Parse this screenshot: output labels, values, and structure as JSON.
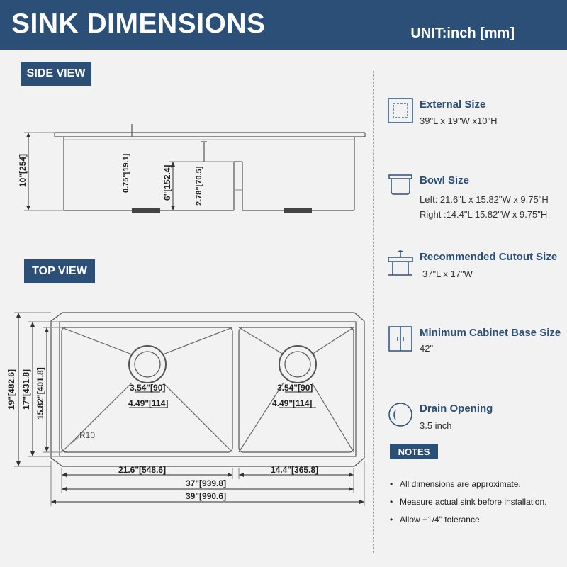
{
  "header": {
    "title": "SINK DIMENSIONS",
    "unit": "UNIT:inch [mm]"
  },
  "side_view": {
    "badge": "SIDE VIEW",
    "height_label": "10\"[254]",
    "flange_label": "0.75\"[19.1]",
    "left_depth_label": "6\"[152.4]",
    "divider_label": "2.78\"[70.5]"
  },
  "top_view": {
    "badge": "TOP VIEW",
    "outer_width_label": "19\"[482.6]",
    "cutout_width_label": "17\"[431.8]",
    "bowl_width_label": "15.82\"[401.8]",
    "left_drain_inner": "3.54\"[90]",
    "left_drain_outer": "4.49\"[114]",
    "right_drain_inner": "3.54\"[90]",
    "right_drain_outer": "4.49\"[114]",
    "corner_radius": "R10",
    "left_bowl_length": "21.6\"[548.6]",
    "right_bowl_length": "14.4\"[365.8]",
    "cutout_length": "37\"[939.8]",
    "overall_length": "39\"[990.6]"
  },
  "specs": [
    {
      "icon": "external-size-icon",
      "label": "External Size",
      "lines": [
        "39\"L x 19\"W x10\"H"
      ]
    },
    {
      "icon": "bowl-icon",
      "label": "Bowl Size",
      "lines": [
        "Left: 21.6\"L x 15.82\"W x 9.75\"H",
        "Right :14.4\"L 15.82\"W x 9.75\"H"
      ]
    },
    {
      "icon": "cutout-icon",
      "label": "Recommended Cutout Size",
      "lines": [
        "37\"L x 17\"W"
      ]
    },
    {
      "icon": "cabinet-icon",
      "label": "Minimum Cabinet Base Size",
      "lines": [
        "42\""
      ]
    },
    {
      "icon": "drain-icon",
      "label": "Drain Opening",
      "lines": [
        "3.5 inch"
      ]
    }
  ],
  "notes": {
    "badge": "NOTES",
    "items": [
      "All dimensions are approximate.",
      "Measure actual sink before installation.",
      "Allow +1/4\" tolerance."
    ]
  },
  "colors": {
    "brand": "#2c4f78",
    "background": "#f2f2f2",
    "line": "#555555"
  }
}
